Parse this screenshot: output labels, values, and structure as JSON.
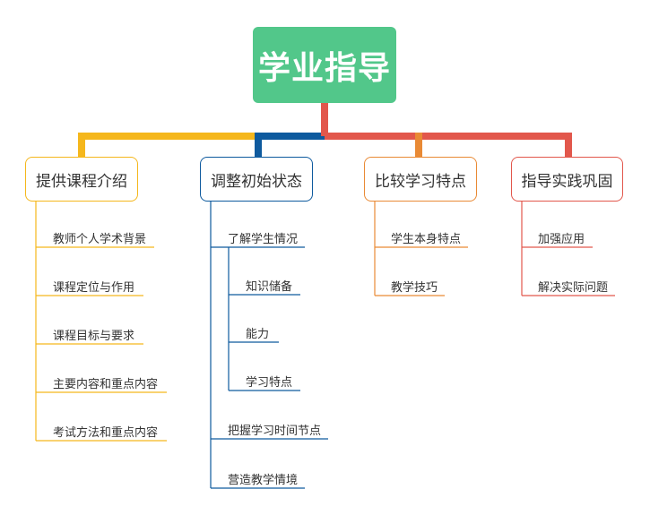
{
  "title": "学业指导",
  "colors": {
    "root": "#52c78a",
    "branch1": "#f5b71c",
    "branch2": "#0e5a9e",
    "branch3": "#e98a35",
    "branch4": "#e2574c"
  },
  "branches": [
    {
      "label": "提供课程介绍",
      "items": [
        "教师个人学术背景",
        "课程定位与作用",
        "课程目标与要求",
        "主要内容和重点内容",
        "考试方法和重点内容"
      ]
    },
    {
      "label": "调整初始状态",
      "items": [
        {
          "label": "了解学生情况",
          "children": [
            "知识储备",
            "能力",
            "学习特点"
          ]
        },
        {
          "label": "把握学习时间节点"
        },
        {
          "label": "营造教学情境"
        }
      ]
    },
    {
      "label": "比较学习特点",
      "items": [
        "学生本身特点",
        "教学技巧"
      ]
    },
    {
      "label": "指导实践巩固",
      "items": [
        "加强应用",
        "解决实际问题"
      ]
    }
  ]
}
